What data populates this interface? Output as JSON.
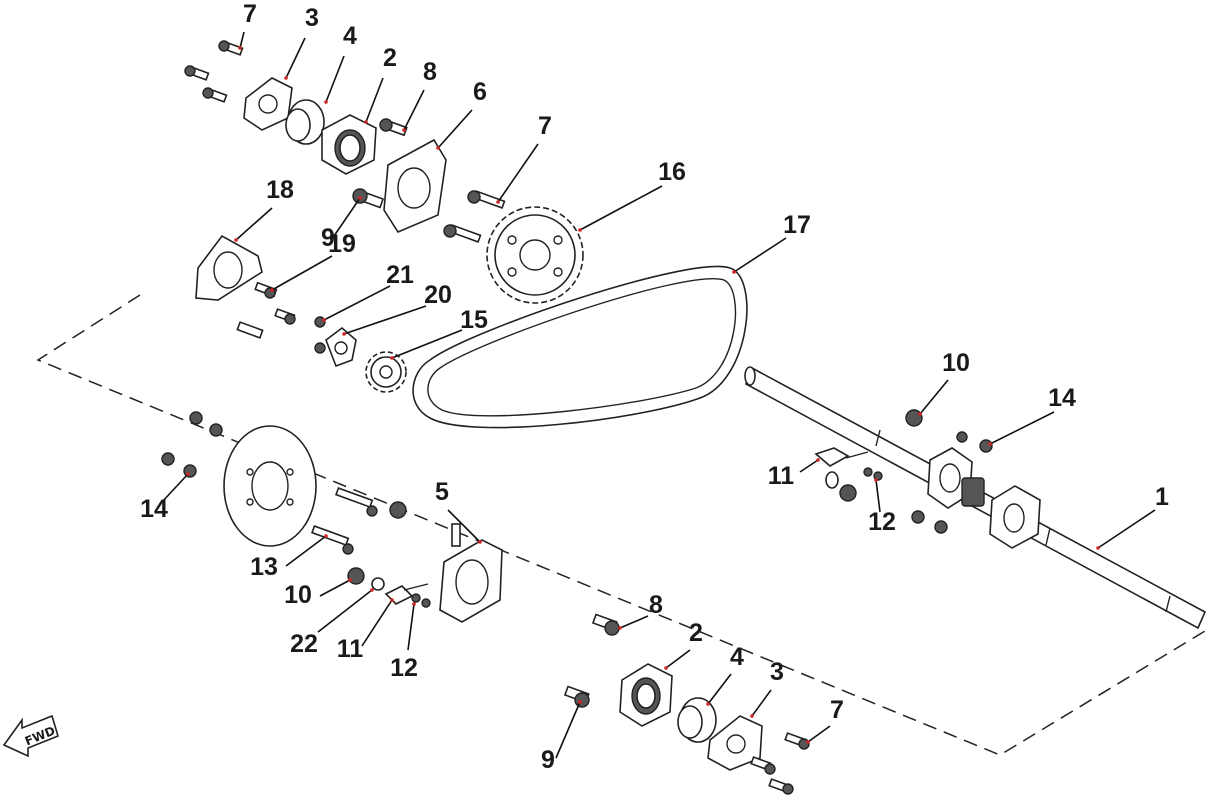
{
  "diagram": {
    "callouts": [
      {
        "id": "c1",
        "label": "1"
      },
      {
        "id": "c2a",
        "label": "2"
      },
      {
        "id": "c2b",
        "label": "2"
      },
      {
        "id": "c3a",
        "label": "3"
      },
      {
        "id": "c3b",
        "label": "3"
      },
      {
        "id": "c4a",
        "label": "4"
      },
      {
        "id": "c4b",
        "label": "4"
      },
      {
        "id": "c5",
        "label": "5"
      },
      {
        "id": "c6",
        "label": "6"
      },
      {
        "id": "c7a",
        "label": "7"
      },
      {
        "id": "c7b",
        "label": "7"
      },
      {
        "id": "c7c",
        "label": "7"
      },
      {
        "id": "c8a",
        "label": "8"
      },
      {
        "id": "c8b",
        "label": "8"
      },
      {
        "id": "c9a",
        "label": "9"
      },
      {
        "id": "c9b",
        "label": "9"
      },
      {
        "id": "c10a",
        "label": "10"
      },
      {
        "id": "c10b",
        "label": "10"
      },
      {
        "id": "c11a",
        "label": "11"
      },
      {
        "id": "c11b",
        "label": "11"
      },
      {
        "id": "c12a",
        "label": "12"
      },
      {
        "id": "c12b",
        "label": "12"
      },
      {
        "id": "c13",
        "label": "13"
      },
      {
        "id": "c14a",
        "label": "14"
      },
      {
        "id": "c14b",
        "label": "14"
      },
      {
        "id": "c15",
        "label": "15"
      },
      {
        "id": "c16",
        "label": "16"
      },
      {
        "id": "c17",
        "label": "17"
      },
      {
        "id": "c18",
        "label": "18"
      },
      {
        "id": "c19",
        "label": "19"
      },
      {
        "id": "c20",
        "label": "20"
      },
      {
        "id": "c21",
        "label": "21"
      },
      {
        "id": "c22",
        "label": "22"
      }
    ],
    "direction_badge": "FWD",
    "colors": {
      "leader_dot": "#d22222",
      "line": "#222222"
    }
  }
}
